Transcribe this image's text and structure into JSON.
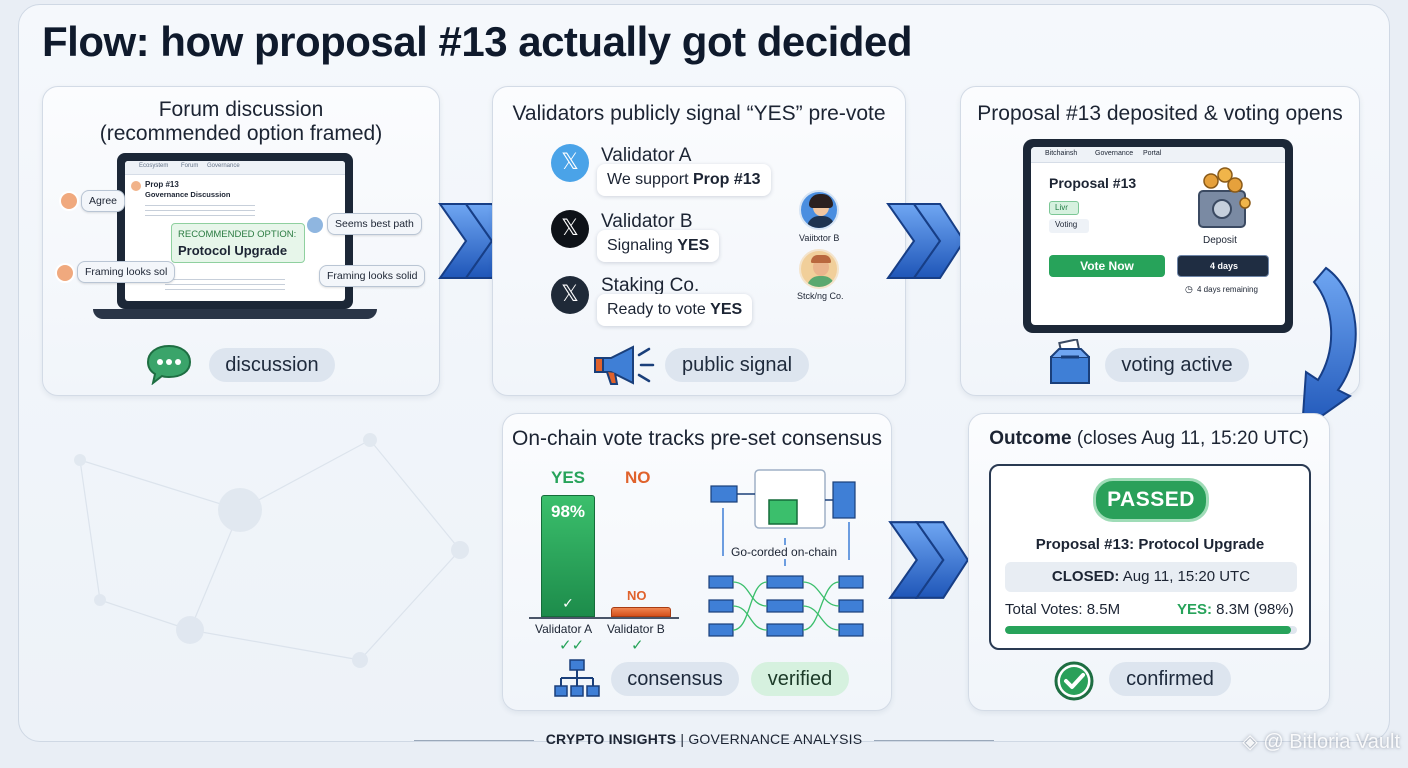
{
  "title": "Flow: how proposal #13 actually got decided",
  "panels": {
    "forum": {
      "title_line1": "Forum discussion",
      "title_line2": "(recommended option framed)",
      "screen": {
        "nav_items": [
          "Ecosystem",
          "Forum",
          "Governance"
        ],
        "post_title": "Prop #13",
        "post_subtitle": "Governance Discussion",
        "rec_label": "RECOMMENDED OPTION:",
        "rec_value": "Protocol Upgrade"
      },
      "bubbles": {
        "agree": "Agree",
        "seems_best": "Seems best path",
        "framing_left": "Framing looks sol",
        "framing_right": "Framing looks solid"
      },
      "pill": "discussion"
    },
    "validators": {
      "title": "Validators publicly signal “YES” pre-vote",
      "items": [
        {
          "name": "Validator A",
          "msg_pre": "We support ",
          "msg_bold": "Prop #13"
        },
        {
          "name": "Validator B",
          "msg_pre": "Signaling ",
          "msg_bold": "YES"
        },
        {
          "name": "Staking Co.",
          "msg_pre": "Ready to vote ",
          "msg_bold": "YES"
        }
      ],
      "side_labels": [
        "Vaiitxtor B",
        "Stck/ng Co."
      ],
      "pill": "public signal"
    },
    "deposit": {
      "title": "Proposal #13 deposited & voting opens",
      "screen": {
        "nav_items": [
          "Bitchainsh",
          "Governance",
          "Portal"
        ],
        "proposal": "Proposal #13",
        "live": "Livɾ",
        "status": "Voting",
        "deposit": "Deposit",
        "vote_button": "Vote Now",
        "timer": "4 days",
        "remaining": "4 days remaining"
      },
      "pill": "voting active"
    },
    "onchain": {
      "title": "On-chain vote tracks pre-set consensus",
      "yes_label": "YES",
      "no_label": "NO",
      "yes_pct": "98%",
      "no_bar_label": "NO",
      "bar_labels": [
        "Validator A",
        "Validator B"
      ],
      "recorded": "Go-corded on-chain",
      "pills": [
        "consensus",
        "verified"
      ]
    },
    "outcome": {
      "title_bold": "Outcome",
      "title_rest": " (closes Aug 11, 15:20 UTC)",
      "status": "PASSED",
      "proposal": "Proposal #13: Protocol Upgrade",
      "closed_label": "CLOSED:",
      "closed_value": " Aug 11, 15:20 UTC",
      "total_votes": "Total Votes: 8.5M",
      "yes_label": "YES:",
      "yes_value": " 8.3M (98%)",
      "yes_fraction": 0.98,
      "pill": "confirmed"
    }
  },
  "footer": {
    "brand": "CRYPTO INSIGHTS",
    "separator": " | ",
    "section": "GOVERNANCE ANALYSIS"
  },
  "watermark": "@ Bitloria Vault",
  "colors": {
    "green": "#27a35a",
    "orange": "#e0622c",
    "arrow_blue": "#2f6fd6",
    "dark": "#1c2737"
  }
}
